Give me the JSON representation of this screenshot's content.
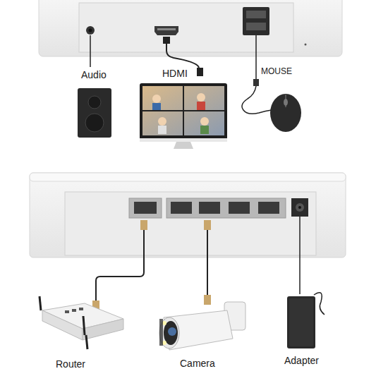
{
  "diagram": {
    "labels": [
      "Audio",
      "HDMI",
      "MOUSE",
      "Router",
      "Camera",
      "Adapter"
    ]
  }
}
